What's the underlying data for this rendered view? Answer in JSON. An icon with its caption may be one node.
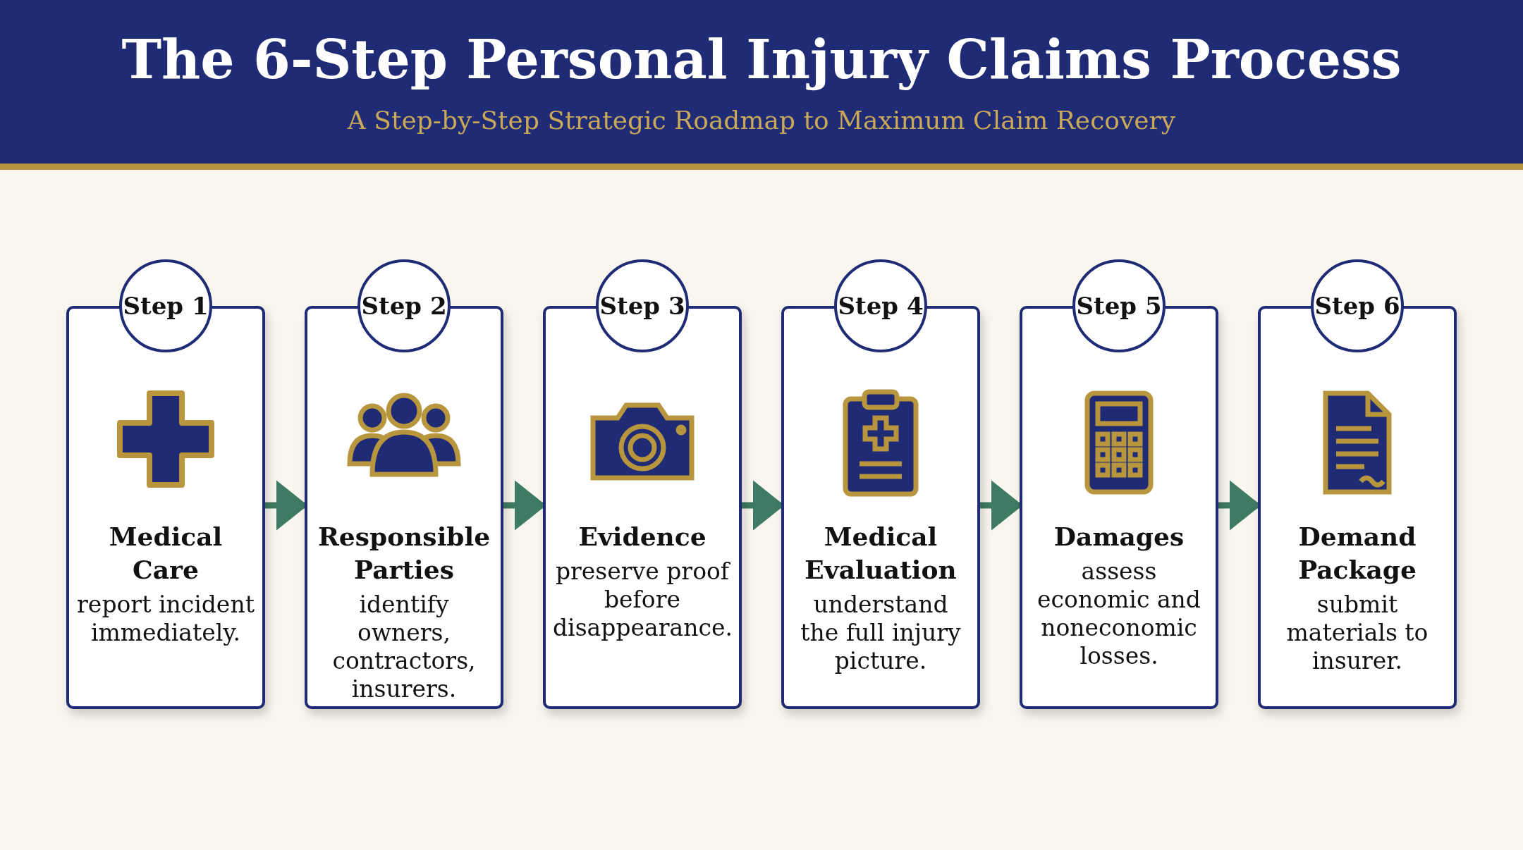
{
  "diagram": {
    "title": "The 6-Step Personal Injury Claims Process",
    "nodes": [
      {
        "text": [
          "Step 1",
          "Medical Care",
          "report incident immediately."
        ]
      },
      {
        "text": [
          "Step 2",
          "Responsible Parties",
          "identify owners, contractors, insurers."
        ]
      },
      {
        "text": [
          "Step 3",
          "Evidence",
          "preserve proof before disappearance."
        ]
      },
      {
        "text": [
          "Step 4",
          "Medical Evaluation",
          "understand the full injury picture."
        ]
      },
      {
        "text": [
          "Step 5",
          "Damages",
          "assess economic and noneconomic losses."
        ]
      },
      {
        "text": [
          "Step 6",
          "Demand Package",
          "submit materials to insurer."
        ]
      }
    ],
    "edges": [
      {
        "from": 0,
        "to": 1,
        "arrow": "to"
      },
      {
        "from": 1,
        "to": 2,
        "arrow": "to"
      },
      {
        "from": 2,
        "to": 3,
        "arrow": "to"
      },
      {
        "from": 3,
        "to": 4,
        "arrow": "to"
      },
      {
        "from": 4,
        "to": 5,
        "arrow": "to"
      }
    ],
    "labels": [
      "A Step-by-Step Strategic Roadmap to Maximum Claim Recovery"
    ]
  }
}
